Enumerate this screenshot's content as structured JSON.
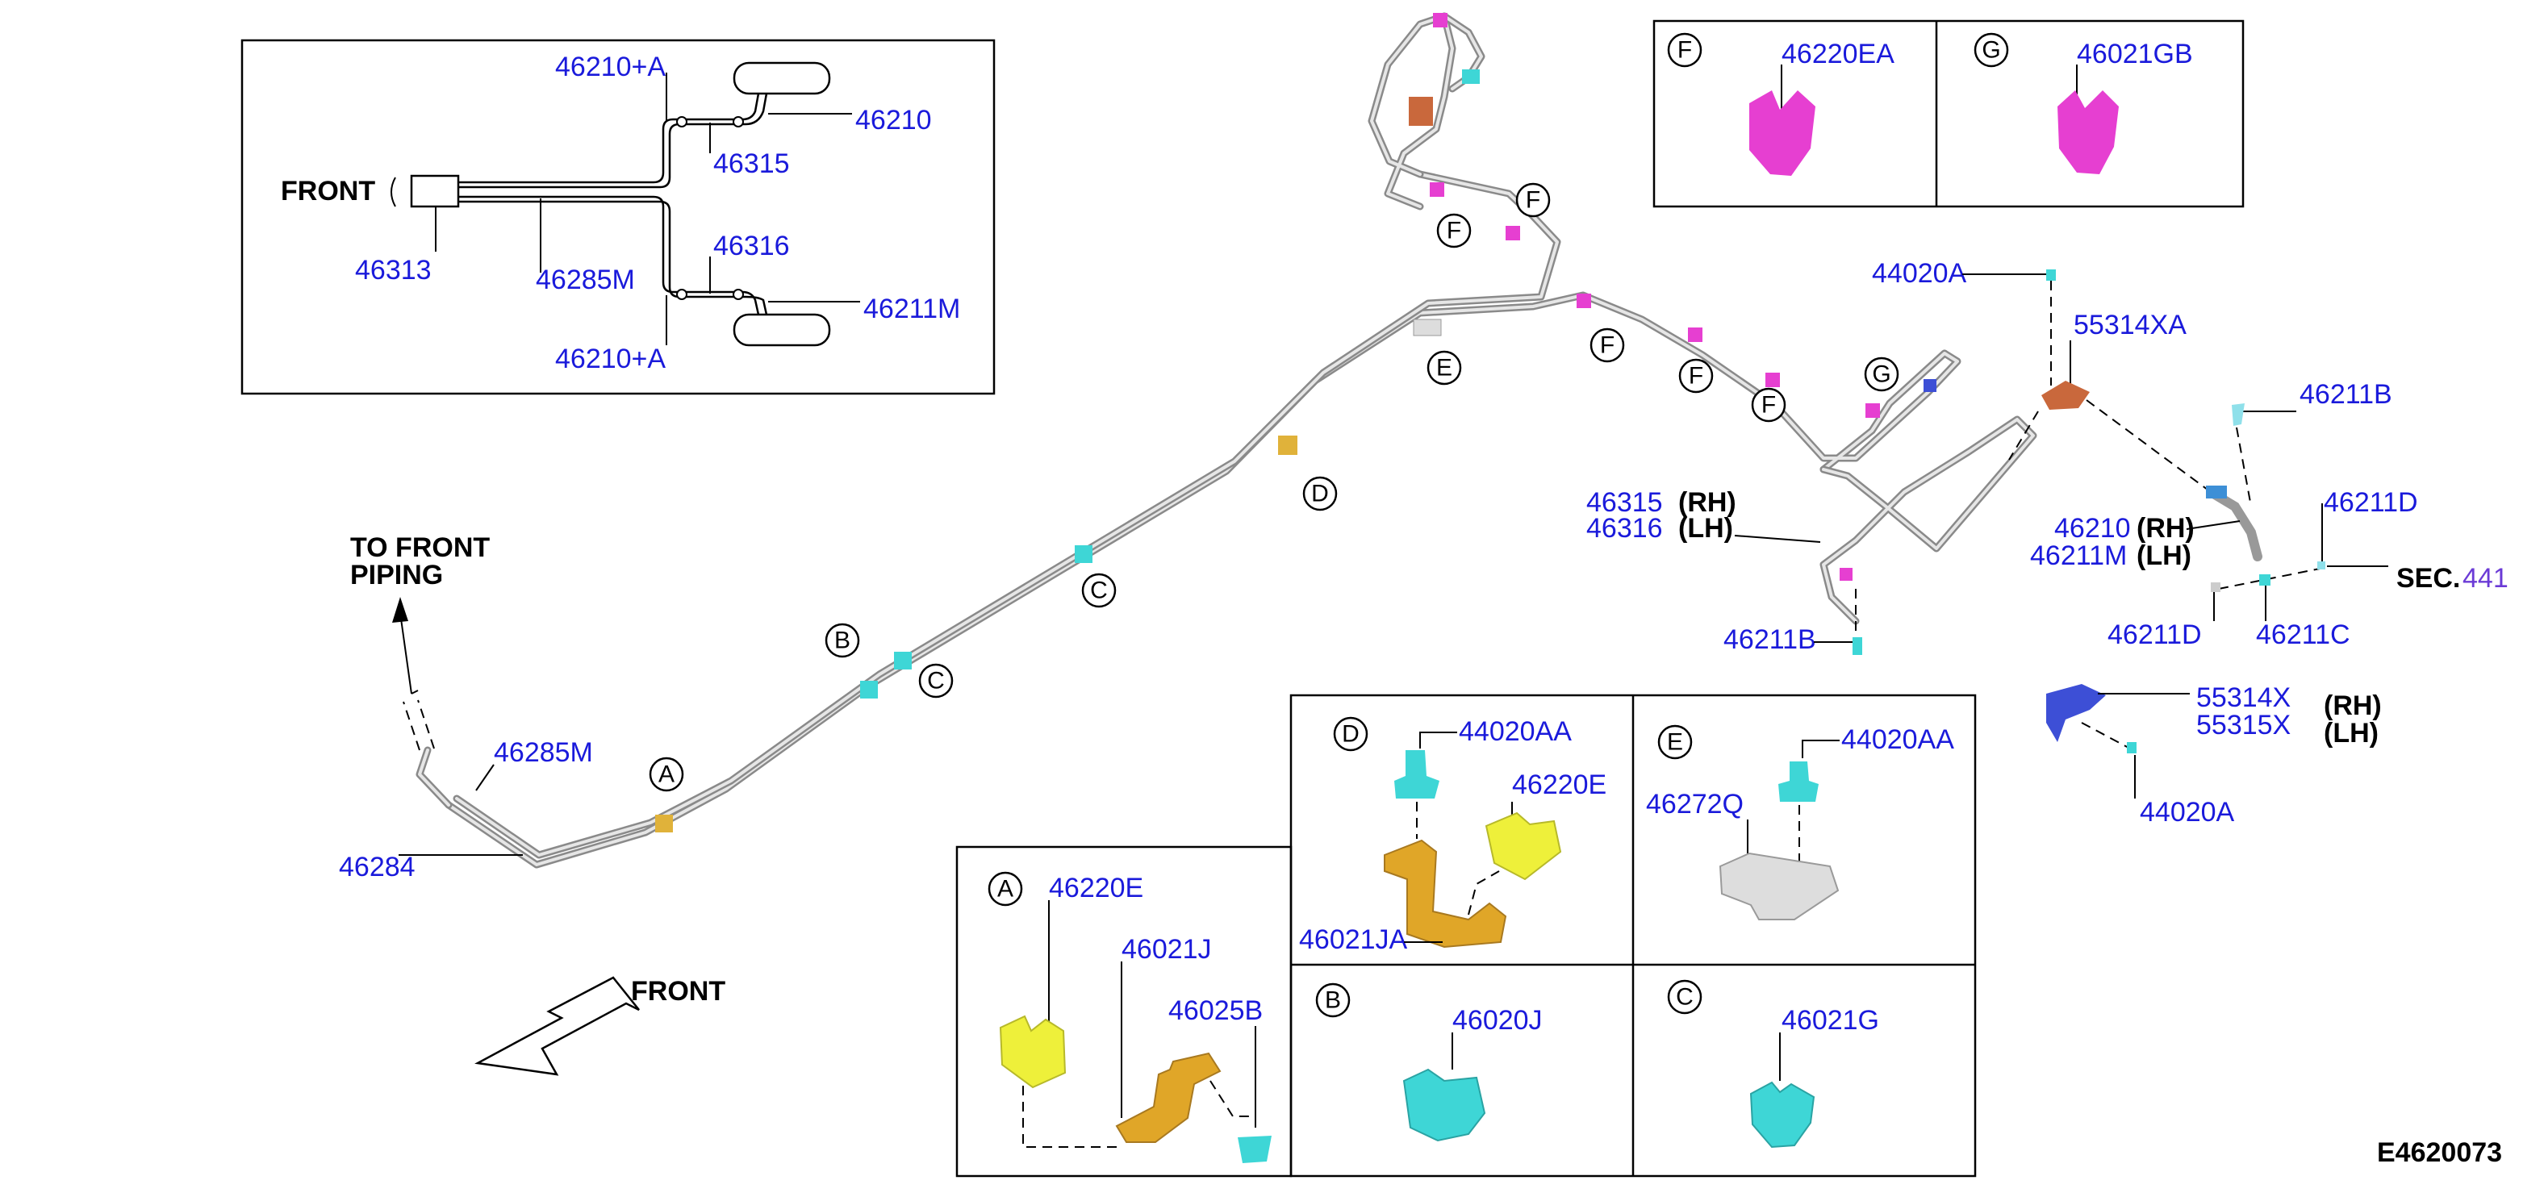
{
  "diagram_code": "E4620073",
  "schematic": {
    "front_label": "FRONT",
    "parts": {
      "p46210A_top": "46210+A",
      "p46210": "46210",
      "p46315": "46315",
      "p46313": "46313",
      "p46285M": "46285M",
      "p46316": "46316",
      "p46211M": "46211M",
      "p46210A_bottom": "46210+A"
    }
  },
  "main": {
    "to_front_piping_1": "TO FRONT",
    "to_front_piping_2": "PIPING",
    "front_arrow_label": "FRONT",
    "p46285M": "46285M",
    "p46284": "46284",
    "p46315": "46315",
    "p46316": "46316",
    "rh": "(RH)",
    "lh": "(LH)",
    "p46211B_lower": "46211B",
    "p44020A_top": "44020A",
    "p55314XA": "55314XA",
    "p46211B_right": "46211B",
    "p46210": "46210",
    "p46211M": "46211M",
    "p46211D_top": "46211D",
    "p46211D_bottom": "46211D",
    "p46211C": "46211C",
    "sec_prefix": "SEC.",
    "sec_number": "441",
    "p55314X": "55314X",
    "p55315X": "55315X",
    "p44020A_bottom": "44020A"
  },
  "callouts": {
    "A": "A",
    "B": "B",
    "C": "C",
    "D": "D",
    "E": "E",
    "F": "F",
    "G": "G"
  },
  "details": {
    "F": {
      "letter": "F",
      "part": "46220EA"
    },
    "G": {
      "letter": "G",
      "part": "46021GB"
    },
    "A": {
      "letter": "A",
      "p1": "46220E",
      "p2": "46021J",
      "p3": "46025B"
    },
    "D": {
      "letter": "D",
      "p1": "44020AA",
      "p2": "46220E",
      "p3": "46021JA"
    },
    "E": {
      "letter": "E",
      "p1": "44020AA",
      "p2": "46272Q"
    },
    "B": {
      "letter": "B",
      "part": "46020J"
    },
    "C": {
      "letter": "C",
      "part": "46021G"
    }
  },
  "colors": {
    "part_number": "#1a1adb",
    "clip_yellow": "#eef03a",
    "bracket_orange": "#e0a628",
    "clip_cyan": "#3ed6d6",
    "clip_magenta": "#e63fd1",
    "bracket_brown": "#c9683c",
    "hose_blue": "#3d4fd6"
  }
}
